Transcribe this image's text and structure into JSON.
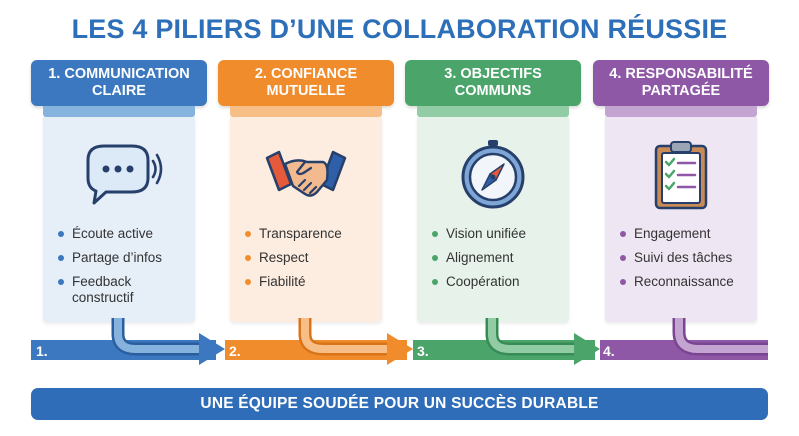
{
  "title": "LES 4 PILIERS D’UNE COLLABORATION RÉUSSIE",
  "colors": {
    "blue": "#3b78c0",
    "orange": "#f08c2c",
    "green": "#4ba56b",
    "purple": "#8f58a7",
    "banner": "#2f6db8"
  },
  "pillars": [
    {
      "heading_line1": "1. COMMUNICATION",
      "heading_line2": "CLAIRE",
      "icon": "speech-bubble-icon",
      "items": [
        "Écoute active",
        "Partage d’infos",
        "Feedback constructif"
      ]
    },
    {
      "heading_line1": "2. CONFIANCE",
      "heading_line2": "MUTUELLE",
      "icon": "handshake-icon",
      "items": [
        "Transparence",
        "Respect",
        "Fiabilité"
      ]
    },
    {
      "heading_line1": "3. OBJECTIFS",
      "heading_line2": "COMMUNS",
      "icon": "compass-icon",
      "items": [
        "Vision unifiée",
        "Alignement",
        "Coopération"
      ]
    },
    {
      "heading_line1": "4. RESPONSABILITÉ",
      "heading_line2": "PARTAGÉE",
      "icon": "clipboard-checklist-icon",
      "items": [
        "Engagement",
        "Suivi des tâches",
        "Reconnaissance"
      ]
    }
  ],
  "flow_labels": [
    "1.",
    "2.",
    "3.",
    "4."
  ],
  "banner": "UNE ÉQUIPE SOUDÉE POUR UN SUCCÈS DURABLE"
}
